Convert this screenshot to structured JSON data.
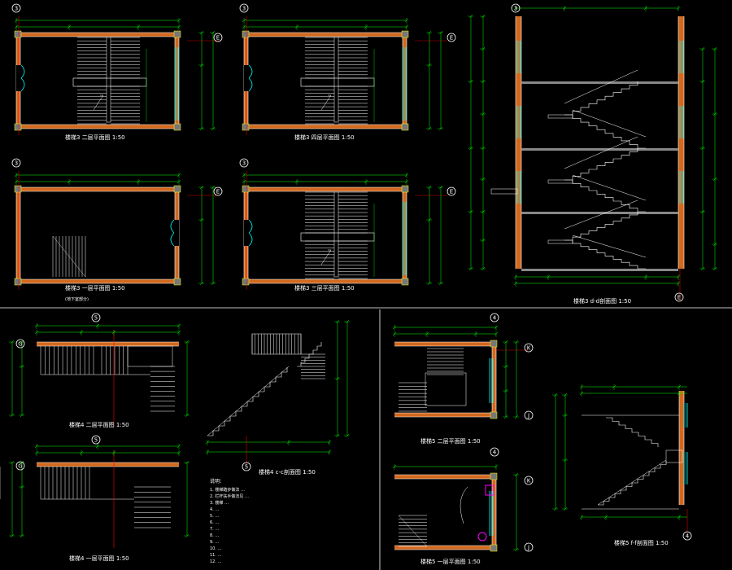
{
  "drawing": {
    "background": "#000000",
    "colors": {
      "wall": "#ffffff",
      "hatch": "#d2691e",
      "dim": "#00ff00",
      "axis": "#ff0000",
      "glass": "#00ffff",
      "text": "#ffffff",
      "symbol": "#ff00ff",
      "line": "#ffffff"
    }
  },
  "views": [
    {
      "id": "v1",
      "title": "楼梯3 二层平面图 1:50",
      "type": "plan"
    },
    {
      "id": "v2",
      "title": "楼梯3 四层平面图 1:50",
      "type": "plan"
    },
    {
      "id": "v3",
      "title": "楼梯3 一层平面图 1:50",
      "note": "(地下室部分)",
      "type": "plan"
    },
    {
      "id": "v4",
      "title": "楼梯3 三层平面图 1:50",
      "type": "plan"
    },
    {
      "id": "v5",
      "title": "楼梯3 d-d剖面图 1:50",
      "type": "section"
    },
    {
      "id": "v6",
      "title": "楼梯4 二层平面图 1:50",
      "type": "plan"
    },
    {
      "id": "v7",
      "title": "楼梯4 一层平面图 1:50",
      "type": "plan"
    },
    {
      "id": "v8",
      "title": "楼梯4 c-c剖面图 1:50",
      "type": "section"
    },
    {
      "id": "v9",
      "title": "楼梯5 二层平面图 1:50",
      "type": "plan"
    },
    {
      "id": "v10",
      "title": "楼梯5 一层平面图 1:50",
      "type": "plan"
    },
    {
      "id": "v11",
      "title": "楼梯5 f-f剖面图 1:50",
      "type": "section"
    }
  ],
  "axis_markers": [
    "3",
    "E",
    "3",
    "E",
    "3",
    "E",
    "3",
    "E",
    "3",
    "E",
    "5",
    "G",
    "5",
    "G",
    "5",
    "4",
    "K",
    "J",
    "4",
    "K",
    "J",
    "4"
  ],
  "notes": {
    "heading": "说明：",
    "lines": [
      "1. 楼梯踏步做法 …",
      "2. 栏杆扶手做法见 …",
      "3. 楼梯 …",
      "4. …",
      "5. …",
      "6. …",
      "7. …",
      "8. …",
      "9. …",
      "10. …",
      "11. …",
      "12. …"
    ]
  }
}
